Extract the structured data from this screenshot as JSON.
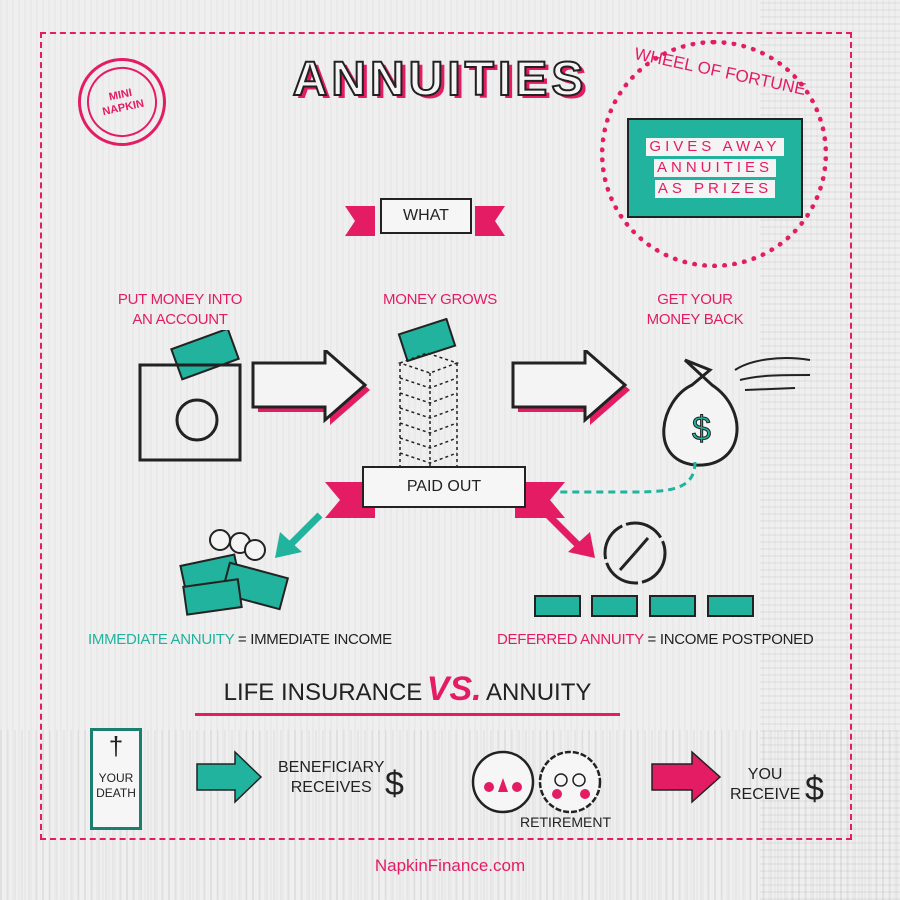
{
  "title": "ANNUITIES",
  "stamp": {
    "line1": "MINI",
    "line2": "NAPKIN"
  },
  "wheel_of_fortune": {
    "title": "WHEEL OF FORTUNE",
    "board_rows": [
      "GIVES AWAY",
      "ANNUITIES",
      "AS PRIZES"
    ]
  },
  "what_banner": "WHAT",
  "steps": [
    {
      "line1": "PUT MONEY INTO",
      "line2": "AN ACCOUNT"
    },
    {
      "line1": "MONEY GROWS",
      "line2": ""
    },
    {
      "line1": "GET YOUR",
      "line2": "MONEY BACK"
    }
  ],
  "paid_out_banner": "PAID OUT",
  "immediate": {
    "term": "IMMEDIATE ANNUITY",
    "rest": "= IMMEDIATE INCOME"
  },
  "deferred": {
    "term": "DEFERRED ANNUITY",
    "rest": "= INCOME POSTPONED"
  },
  "comparison": {
    "left": "LIFE INSURANCE",
    "vs": "VS.",
    "right": "ANNUITY"
  },
  "life_insurance": {
    "box_line1": "YOUR",
    "box_line2": "DEATH",
    "result_line1": "BENEFICIARY",
    "result_line2": "RECEIVES",
    "dollar": "$"
  },
  "annuity": {
    "caption": "RETIREMENT",
    "result_line1": "YOU",
    "result_line2": "RECEIVE",
    "dollar": "$"
  },
  "money_bag_symbol": "$",
  "footer": "NapkinFinance.com",
  "colors": {
    "pink": "#e31c63",
    "teal": "#21b39d",
    "ink": "#222222",
    "paper": "#efefef"
  }
}
